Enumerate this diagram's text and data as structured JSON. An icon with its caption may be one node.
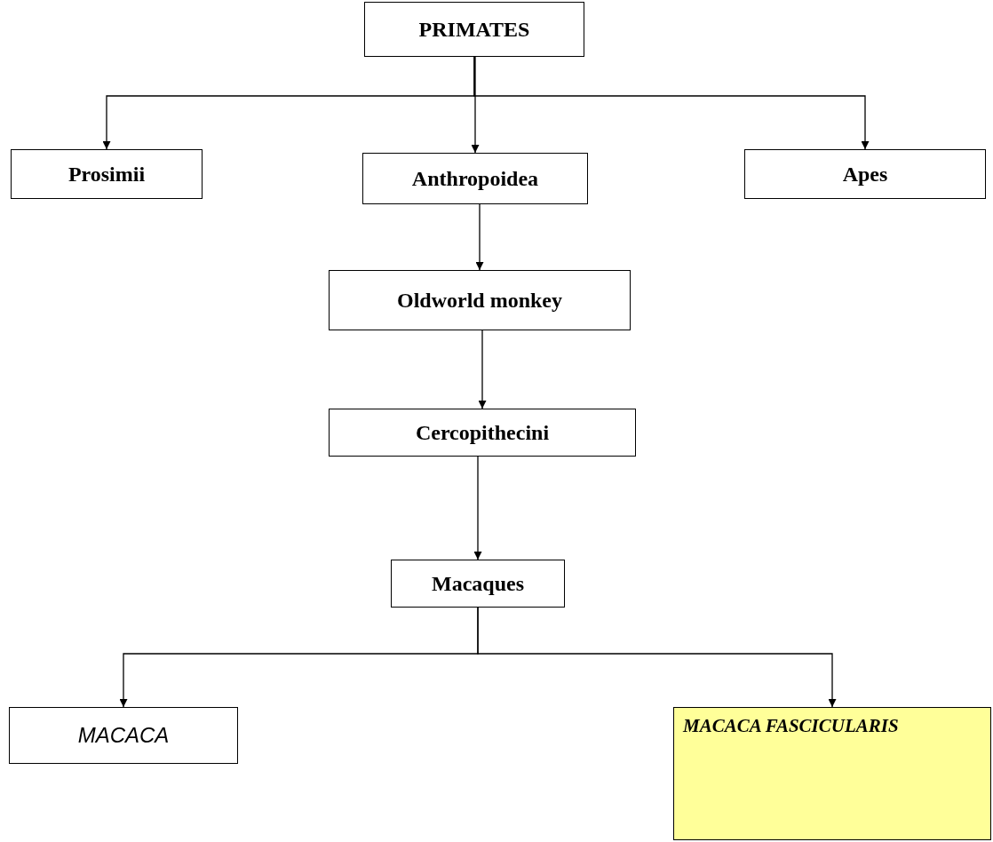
{
  "diagram": {
    "nodes": [
      {
        "text": [
          "PRIMATES"
        ]
      },
      {
        "text": [
          "Prosimii"
        ]
      },
      {
        "text": [
          "Anthropoidea"
        ]
      },
      {
        "text": [
          "Apes"
        ]
      },
      {
        "text": [
          "Oldworld monkey"
        ]
      },
      {
        "text": [
          "Cercopithecini"
        ]
      },
      {
        "text": [
          "Macaques"
        ]
      },
      {
        "text": [
          "MACACA"
        ]
      },
      {
        "text": [
          "MACACA FASCICULARIS"
        ]
      }
    ],
    "edges": [
      {
        "from": 0,
        "to": 1,
        "arrow": "to"
      },
      {
        "from": 0,
        "to": 2,
        "arrow": "to"
      },
      {
        "from": 0,
        "to": 3,
        "arrow": "to"
      },
      {
        "from": 2,
        "to": 4,
        "arrow": "to"
      },
      {
        "from": 4,
        "to": 5,
        "arrow": "to"
      },
      {
        "from": 5,
        "to": 6,
        "arrow": "to"
      },
      {
        "from": 6,
        "to": 7,
        "arrow": "to"
      },
      {
        "from": 6,
        "to": 8,
        "arrow": "to"
      }
    ]
  }
}
